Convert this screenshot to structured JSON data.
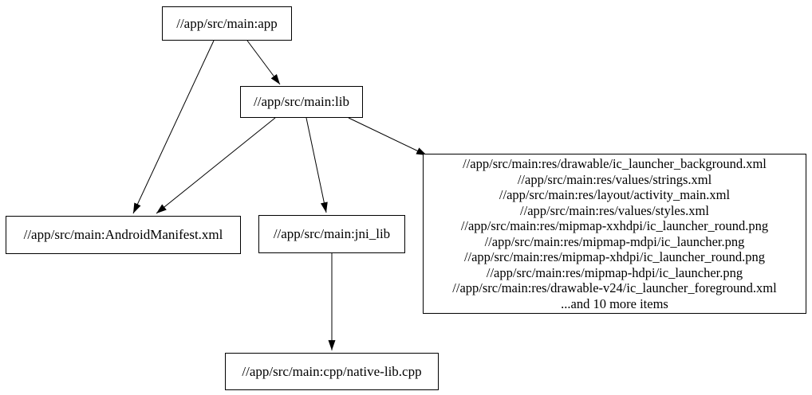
{
  "diagram": {
    "type": "dependency-graph",
    "nodes": {
      "app": {
        "label": "//app/src/main:app"
      },
      "lib": {
        "label": "//app/src/main:lib"
      },
      "android_manifest": {
        "label": "//app/src/main:AndroidManifest.xml"
      },
      "jni_lib": {
        "label": "//app/src/main:jni_lib"
      },
      "res_group": {
        "lines": [
          "//app/src/main:res/drawable/ic_launcher_background.xml",
          "//app/src/main:res/values/strings.xml",
          "//app/src/main:res/layout/activity_main.xml",
          "//app/src/main:res/values/styles.xml",
          "//app/src/main:res/mipmap-xxhdpi/ic_launcher_round.png",
          "//app/src/main:res/mipmap-mdpi/ic_launcher.png",
          "//app/src/main:res/mipmap-xhdpi/ic_launcher_round.png",
          "//app/src/main:res/mipmap-hdpi/ic_launcher.png",
          "//app/src/main:res/drawable-v24/ic_launcher_foreground.xml",
          "...and 10 more items"
        ]
      },
      "native_lib_cpp": {
        "label": "//app/src/main:cpp/native-lib.cpp"
      }
    },
    "edges": [
      {
        "from": "//app/src/main:app",
        "to": "//app/src/main:lib"
      },
      {
        "from": "//app/src/main:app",
        "to": "//app/src/main:AndroidManifest.xml"
      },
      {
        "from": "//app/src/main:lib",
        "to": "//app/src/main:AndroidManifest.xml"
      },
      {
        "from": "//app/src/main:lib",
        "to": "//app/src/main:jni_lib"
      },
      {
        "from": "//app/src/main:lib",
        "to": "res_group"
      },
      {
        "from": "//app/src/main:jni_lib",
        "to": "//app/src/main:cpp/native-lib.cpp"
      }
    ],
    "colors": {
      "background": "#ffffff",
      "node_fill": "#ffffff",
      "node_border": "#000000",
      "edge": "#000000",
      "text": "#000000"
    }
  }
}
